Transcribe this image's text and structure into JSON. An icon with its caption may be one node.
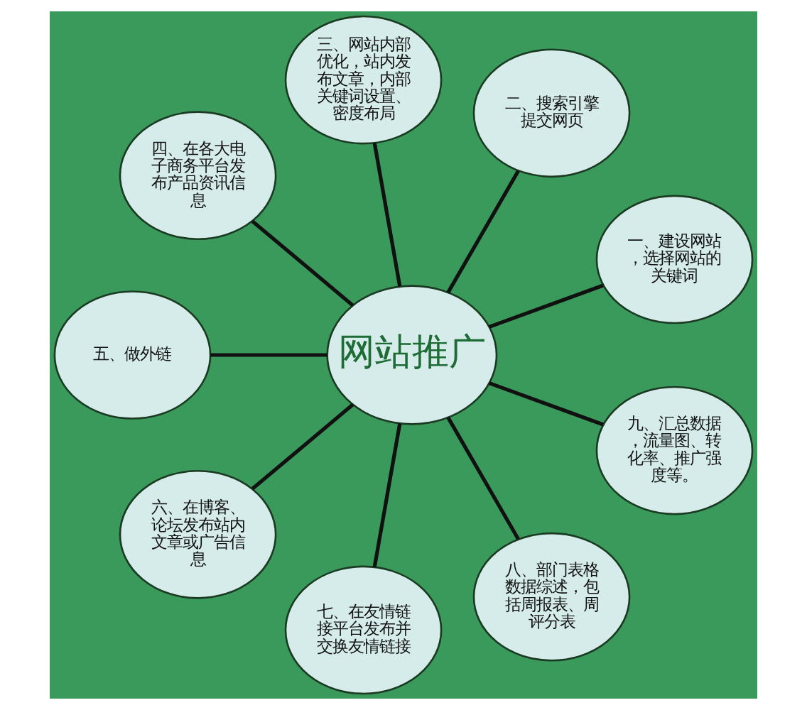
{
  "diagram": {
    "nodes": [
      {
        "text": [
          "网站推广"
        ]
      },
      {
        "text": [
          "一、建设网站，选择网站的关键词"
        ]
      },
      {
        "text": [
          "二、搜索引擎提交网页"
        ]
      },
      {
        "text": [
          "三、网站内部优化，站内发布文章，内部关键词设置、密度布局"
        ]
      },
      {
        "text": [
          "四、在各大电子商务平台发布产品资讯信息"
        ]
      },
      {
        "text": [
          "五、做外链"
        ]
      },
      {
        "text": [
          "六、在博客、论坛发布站内文章或广告信息"
        ]
      },
      {
        "text": [
          "七、在友情链接平台发布并交换友情链接"
        ]
      },
      {
        "text": [
          "八、部门表格数据综述，包括周报表、周评分表"
        ]
      },
      {
        "text": [
          "九、汇总数据，流量图、转化率、推广强度等。"
        ]
      }
    ],
    "edges": [
      {
        "from": 0,
        "to": 1,
        "arrow": "none"
      },
      {
        "from": 0,
        "to": 2,
        "arrow": "none"
      },
      {
        "from": 0,
        "to": 3,
        "arrow": "none"
      },
      {
        "from": 0,
        "to": 4,
        "arrow": "none"
      },
      {
        "from": 0,
        "to": 5,
        "arrow": "none"
      },
      {
        "from": 0,
        "to": 6,
        "arrow": "none"
      },
      {
        "from": 0,
        "to": 7,
        "arrow": "none"
      },
      {
        "from": 0,
        "to": 8,
        "arrow": "none"
      },
      {
        "from": 0,
        "to": 9,
        "arrow": "none"
      }
    ]
  }
}
